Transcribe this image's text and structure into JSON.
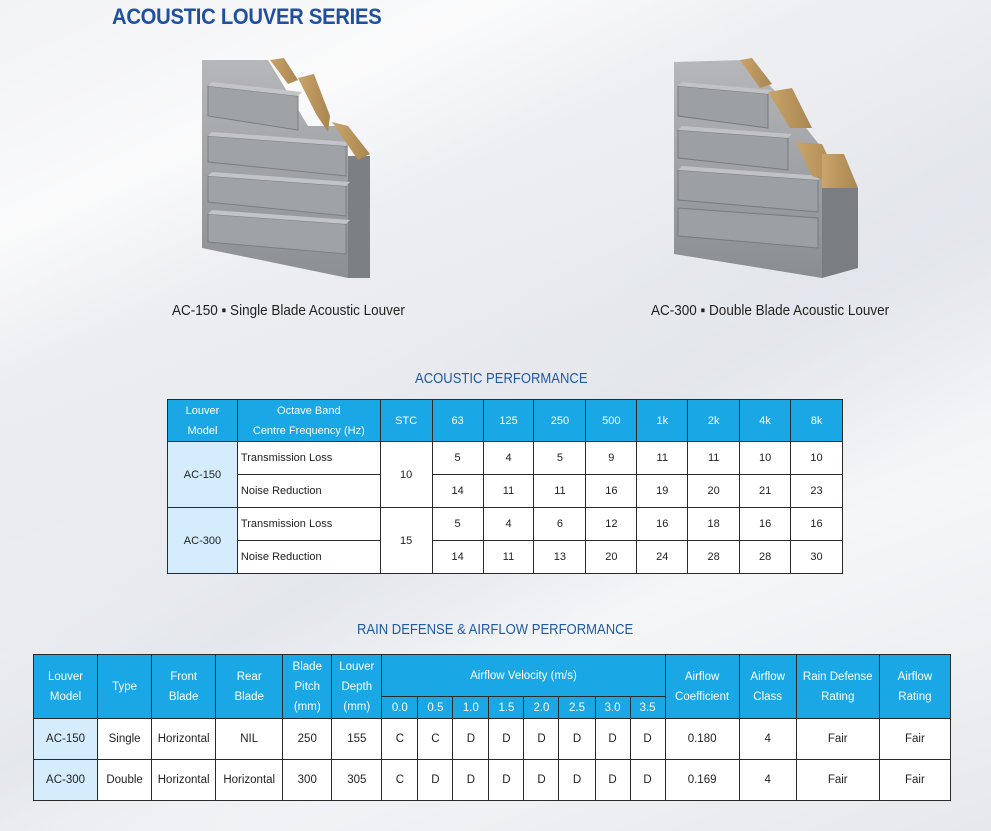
{
  "page": {
    "title": "ACOUSTIC LOUVER SERIES"
  },
  "products": [
    {
      "caption": "AC-150 ▪ Single Blade Acoustic Louver"
    },
    {
      "caption": "AC-300 ▪ Double Blade Acoustic Louver"
    }
  ],
  "acoustic": {
    "section_title": "ACOUSTIC PERFORMANCE",
    "headers": {
      "model_line1": "Louver",
      "model_line2": "Model",
      "octave_line1": "Octave Band",
      "octave_line2": "Centre Frequency (Hz)",
      "stc": "STC",
      "freqs": [
        "63",
        "125",
        "250",
        "500",
        "1k",
        "2k",
        "4k",
        "8k"
      ]
    },
    "rows": [
      {
        "model": "AC-150",
        "stc": "10",
        "tl_label": "Transmission Loss",
        "tl": [
          "5",
          "4",
          "5",
          "9",
          "11",
          "11",
          "10",
          "10"
        ],
        "nr_label": "Noise Reduction",
        "nr": [
          "14",
          "11",
          "11",
          "16",
          "19",
          "20",
          "21",
          "23"
        ]
      },
      {
        "model": "AC-300",
        "stc": "15",
        "tl_label": "Transmission Loss",
        "tl": [
          "5",
          "4",
          "6",
          "12",
          "16",
          "18",
          "16",
          "16"
        ],
        "nr_label": "Noise Reduction",
        "nr": [
          "14",
          "11",
          "13",
          "20",
          "24",
          "28",
          "28",
          "30"
        ]
      }
    ]
  },
  "rain": {
    "section_title": "RAIN DEFENSE & AIRFLOW PERFORMANCE",
    "headers": {
      "model_line1": "Louver",
      "model_line2": "Model",
      "type": "Type",
      "front_line1": "Front",
      "front_line2": "Blade",
      "rear_line1": "Rear",
      "rear_line2": "Blade",
      "pitch_line1": "Blade",
      "pitch_line2": "Pitch",
      "pitch_line3": "(mm)",
      "depth_line1": "Louver",
      "depth_line2": "Depth",
      "depth_line3": "(mm)",
      "velocity": "Airflow Velocity (m/s)",
      "velocities": [
        "0.0",
        "0.5",
        "1.0",
        "1.5",
        "2.0",
        "2.5",
        "3.0",
        "3.5"
      ],
      "coef_line1": "Airflow",
      "coef_line2": "Coefficient",
      "class_line1": "Airflow",
      "class_line2": "Class",
      "rain_line1": "Rain Defense",
      "rain_line2": "Rating",
      "flow_line1": "Airflow",
      "flow_line2": "Rating"
    },
    "rows": [
      {
        "model": "AC-150",
        "type": "Single",
        "front": "Horizontal",
        "rear": "NIL",
        "pitch": "250",
        "depth": "155",
        "classes": [
          "C",
          "C",
          "D",
          "D",
          "D",
          "D",
          "D",
          "D"
        ],
        "coefficient": "0.180",
        "airflow_class": "4",
        "rain_rating": "Fair",
        "airflow_rating": "Fair"
      },
      {
        "model": "AC-300",
        "type": "Double",
        "front": "Horizontal",
        "rear": "Horizontal",
        "pitch": "300",
        "depth": "305",
        "classes": [
          "C",
          "D",
          "D",
          "D",
          "D",
          "D",
          "D",
          "D"
        ],
        "coefficient": "0.169",
        "airflow_class": "4",
        "rain_rating": "Fair",
        "airflow_rating": "Fair"
      }
    ]
  }
}
